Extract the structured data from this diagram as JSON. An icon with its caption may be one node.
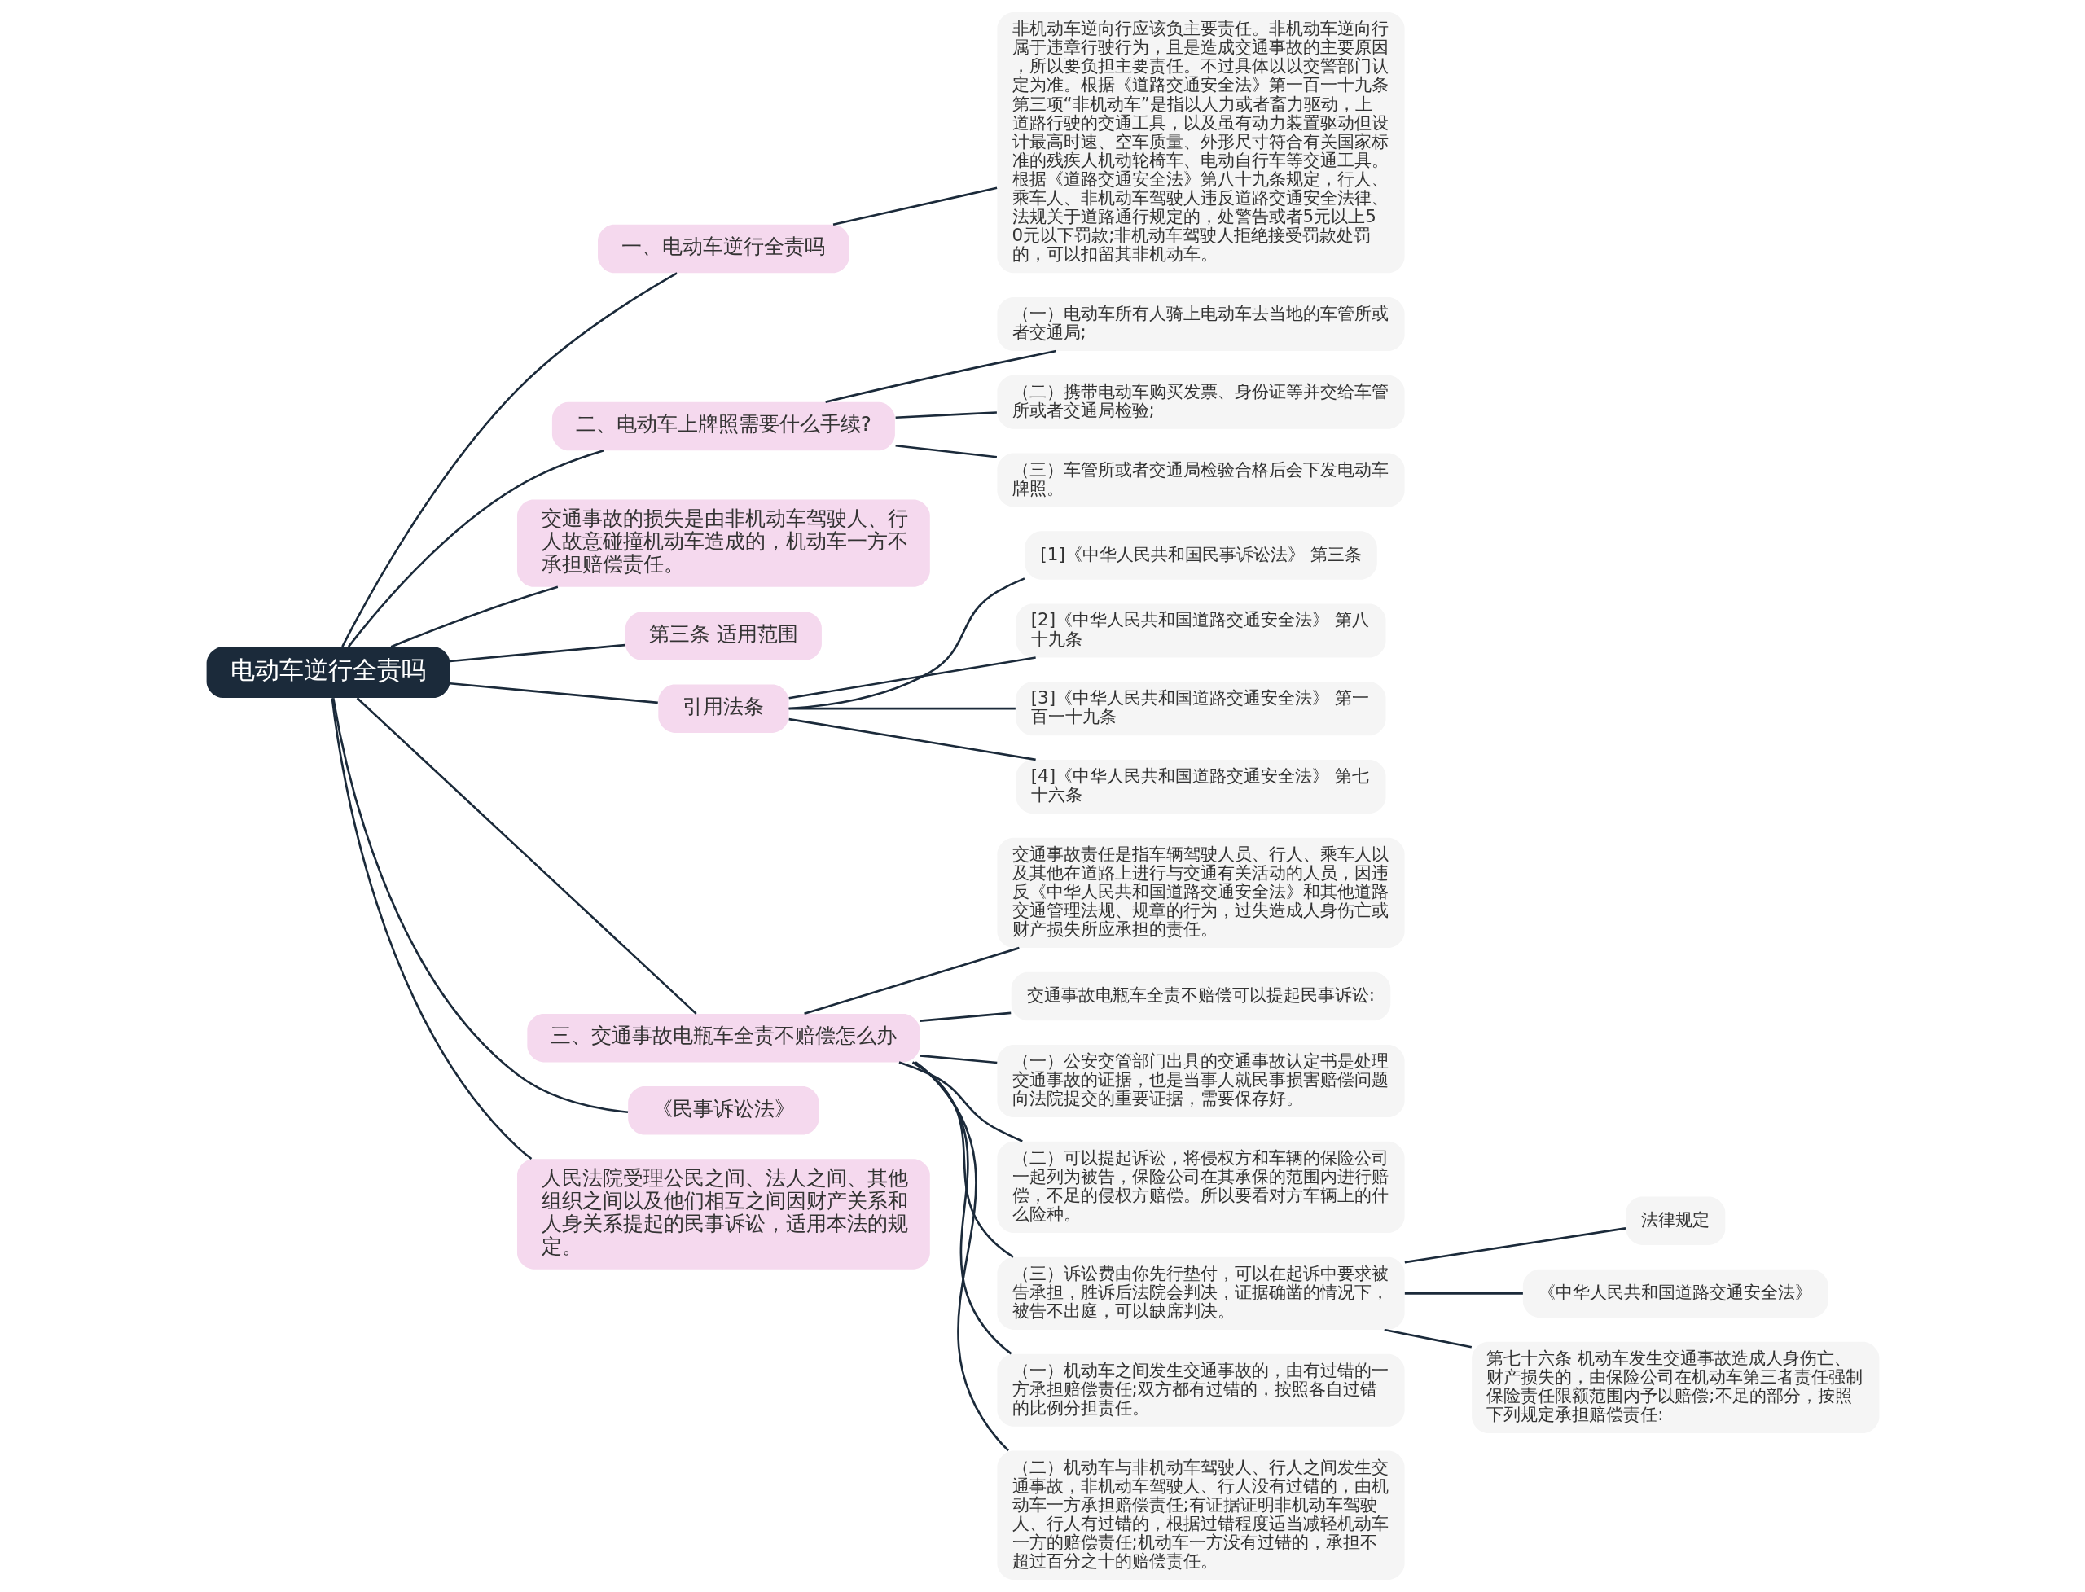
{
  "diagram": {
    "nodes": [
      {
        "text": [
          "电动车逆行全责吗"
        ]
      },
      {
        "text": [
          "一、电动车逆行全责吗"
        ]
      },
      {
        "text": [
          "非机动车逆向行应该负主要责任。非机动车逆向行属于违章行驶行为，且是造成交通事故的主要原因，所以要负担主要责任。不过具体以以交警部门认定为准。根据《道路交通安全法》第一百一十九条第三项“非机动车”是指以人力或者畜力驱动，上道路行驶的交通工具，以及虽有动力装置驱动但设计最高时速、空车质量、外形尺寸符合有关国家标准的残疾人机动轮椅车、电动自行车等交通工具。根据《道路交通安全法》第八十九条规定，行人、乘车人、非机动车驾驶人违反道路交通安全法律、法规关于道路通行规定的，处警告或者5元以上50元以下罚款;非机动车驾驶人拒绝接受罚款处罚的，可以扣留其非机动车。"
        ]
      },
      {
        "text": [
          "二、电动车上牌照需要什么手续?"
        ]
      },
      {
        "text": [
          "（一）电动车所有人骑上电动车去当地的车管所或者交通局;"
        ]
      },
      {
        "text": [
          "（二）携带电动车购买发票、身份证等并交给车管所或者交通局检验;"
        ]
      },
      {
        "text": [
          "（三）车管所或者交通局检验合格后会下发电动车牌照。"
        ]
      },
      {
        "text": [
          "交通事故的损失是由非机动车驾驶人、行人故意碰撞机动车造成的，机动车一方不承担赔偿责任。"
        ]
      },
      {
        "text": [
          "第三条 适用范围"
        ]
      },
      {
        "text": [
          "引用法条"
        ]
      },
      {
        "text": [
          "[1]《中华人民共和国民事诉讼法》 第三条"
        ]
      },
      {
        "text": [
          "[2]《中华人民共和国道路交通安全法》 第八十九条"
        ]
      },
      {
        "text": [
          "[3]《中华人民共和国道路交通安全法》 第一百一十九条"
        ]
      },
      {
        "text": [
          "[4]《中华人民共和国道路交通安全法》 第七十六条"
        ]
      },
      {
        "text": [
          "三、交通事故电瓶车全责不赔偿怎么办"
        ]
      },
      {
        "text": [
          "交通事故责任是指车辆驾驶人员、行人、乘车人以及其他在道路上进行与交通有关活动的人员，因违反《中华人民共和国道路交通安全法》和其他道路交通管理法规、规章的行为，过失造成人身伤亡或财产损失所应承担的责任。"
        ]
      },
      {
        "text": [
          "交通事故电瓶车全责不赔偿可以提起民事诉讼:"
        ]
      },
      {
        "text": [
          "（一）公安交管部门出具的交通事故认定书是处理交通事故的证据，也是当事人就民事损害赔偿问题向法院提交的重要证据，需要保存好。"
        ]
      },
      {
        "text": [
          "（二）可以提起诉讼，将侵权方和车辆的保险公司一起列为被告，保险公司在其承保的范围内进行赔偿，不足的侵权方赔偿。所以要看对方车辆上的什么险种。"
        ]
      },
      {
        "text": [
          "（三）诉讼费由你先行垫付，可以在起诉中要求被告承担，胜诉后法院会判决，证据确凿的情况下，被告不出庭，可以缺席判决。"
        ]
      },
      {
        "text": [
          "法律规定"
        ]
      },
      {
        "text": [
          "《中华人民共和国道路交通安全法》"
        ]
      },
      {
        "text": [
          "第七十六条 机动车发生交通事故造成人身伤亡、财产损失的，由保险公司在机动车第三者责任强制保险责任限额范围内予以赔偿;不足的部分，按照下列规定承担赔偿责任:"
        ]
      },
      {
        "text": [
          "（一）机动车之间发生交通事故的，由有过错的一方承担赔偿责任;双方都有过错的，按照各自过错的比例分担责任。"
        ]
      },
      {
        "text": [
          "（二）机动车与非机动车驾驶人、行人之间发生交通事故，非机动车驾驶人、行人没有过错的，由机动车一方承担赔偿责任;有证据证明非机动车驾驶人、行人有过错的，根据过错程度适当减轻机动车一方的赔偿责任;机动车一方没有过错的，承担不超过百分之十的赔偿责任。"
        ]
      },
      {
        "text": [
          "《民事诉讼法》"
        ]
      },
      {
        "text": [
          "人民法院受理公民之间、法人之间、其他组织之间以及他们相互之间因财产关系和人身关系提起的民事诉讼，适用本法的规定。"
        ]
      }
    ],
    "edges": [
      {
        "from": 0,
        "to": 1,
        "arrow": "none"
      },
      {
        "from": 1,
        "to": 2,
        "arrow": "none"
      },
      {
        "from": 0,
        "to": 3,
        "arrow": "none"
      },
      {
        "from": 3,
        "to": 4,
        "arrow": "none"
      },
      {
        "from": 3,
        "to": 5,
        "arrow": "none"
      },
      {
        "from": 3,
        "to": 6,
        "arrow": "none"
      },
      {
        "from": 0,
        "to": 7,
        "arrow": "none"
      },
      {
        "from": 0,
        "to": 8,
        "arrow": "none"
      },
      {
        "from": 0,
        "to": 9,
        "arrow": "none"
      },
      {
        "from": 9,
        "to": 10,
        "arrow": "none"
      },
      {
        "from": 9,
        "to": 11,
        "arrow": "none"
      },
      {
        "from": 9,
        "to": 12,
        "arrow": "none"
      },
      {
        "from": 9,
        "to": 13,
        "arrow": "none"
      },
      {
        "from": 0,
        "to": 14,
        "arrow": "none"
      },
      {
        "from": 14,
        "to": 15,
        "arrow": "none"
      },
      {
        "from": 14,
        "to": 16,
        "arrow": "none"
      },
      {
        "from": 14,
        "to": 17,
        "arrow": "none"
      },
      {
        "from": 14,
        "to": 18,
        "arrow": "none"
      },
      {
        "from": 14,
        "to": 19,
        "arrow": "none"
      },
      {
        "from": 19,
        "to": 20,
        "arrow": "none"
      },
      {
        "from": 19,
        "to": 21,
        "arrow": "none"
      },
      {
        "from": 19,
        "to": 22,
        "arrow": "none"
      },
      {
        "from": 14,
        "to": 23,
        "arrow": "none"
      },
      {
        "from": 14,
        "to": 24,
        "arrow": "none"
      },
      {
        "from": 0,
        "to": 25,
        "arrow": "none"
      },
      {
        "from": 0,
        "to": 26,
        "arrow": "none"
      }
    ]
  }
}
